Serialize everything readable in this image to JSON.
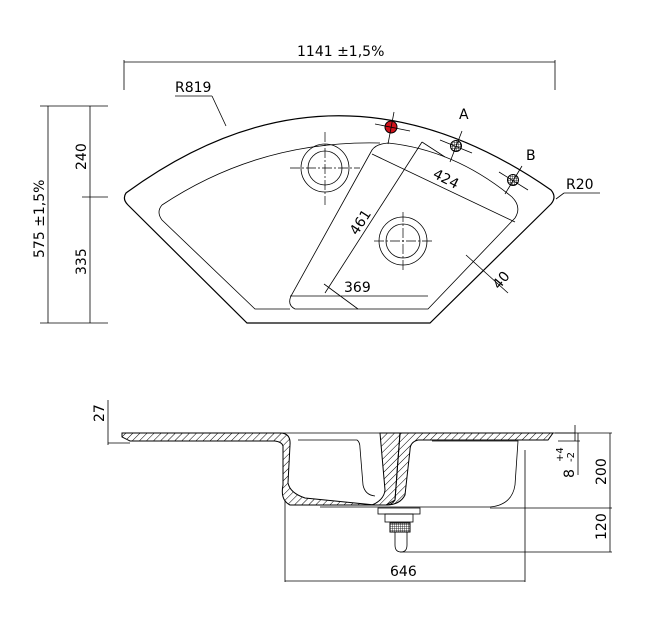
{
  "drawing": {
    "top_view": {
      "overall_width": "1141 ±1,5%",
      "outer_radius": "R819",
      "corner_radius": "R20",
      "overall_depth": "575 ±1,5%",
      "depth_part_1": "240",
      "depth_part_2": "335",
      "bowl_length": "461",
      "bowl_width": "424",
      "bowl_bottom": "369",
      "rim_width": "40",
      "tap_hole_a": "A",
      "tap_hole_b": "B",
      "colors": {
        "tap_hole_marker": "#d0121b",
        "line": "#000000"
      }
    },
    "side_view": {
      "rim_height": "27",
      "bowl_depth": "200",
      "drain_height": "120",
      "bowl_span": "646",
      "tolerance_base": "8",
      "tolerance_plus": "+4",
      "tolerance_minus": "-2"
    }
  }
}
